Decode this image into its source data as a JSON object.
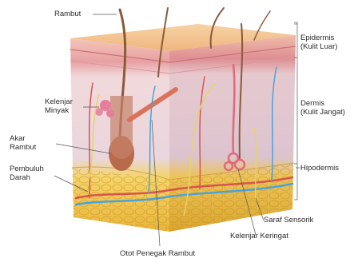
{
  "labels": {
    "rambut": "Rambut",
    "kelenjar_minyak": [
      "Kelenjar",
      "Minyak"
    ],
    "akar_rambut": [
      "Akar",
      "Rambut"
    ],
    "pembuluh_darah": [
      "Pembuluh",
      "Darah"
    ],
    "epidermis": [
      "Epidermis",
      "(Kulit Luar)"
    ],
    "dermis": [
      "Dermis",
      "(Kulit Jangat)"
    ],
    "hipodermis": "Hipodermis",
    "saraf_sensorik": "Saraf Sensorik",
    "kelenjar_keringat": "Kelenjar Keringat",
    "otot_penegak_rambut": "Otot Penegak Rambut"
  },
  "colors": {
    "epidermis_top": "#f3c08a",
    "epidermis_band": "#e79a9a",
    "dermis": "#ecd9dc",
    "hypodermis_fat": "#f2c84b",
    "hair": "#8a5a3a",
    "vessel_red": "#d9534f",
    "vessel_blue": "#4aa3d8",
    "nerve": "#e6d36a"
  }
}
